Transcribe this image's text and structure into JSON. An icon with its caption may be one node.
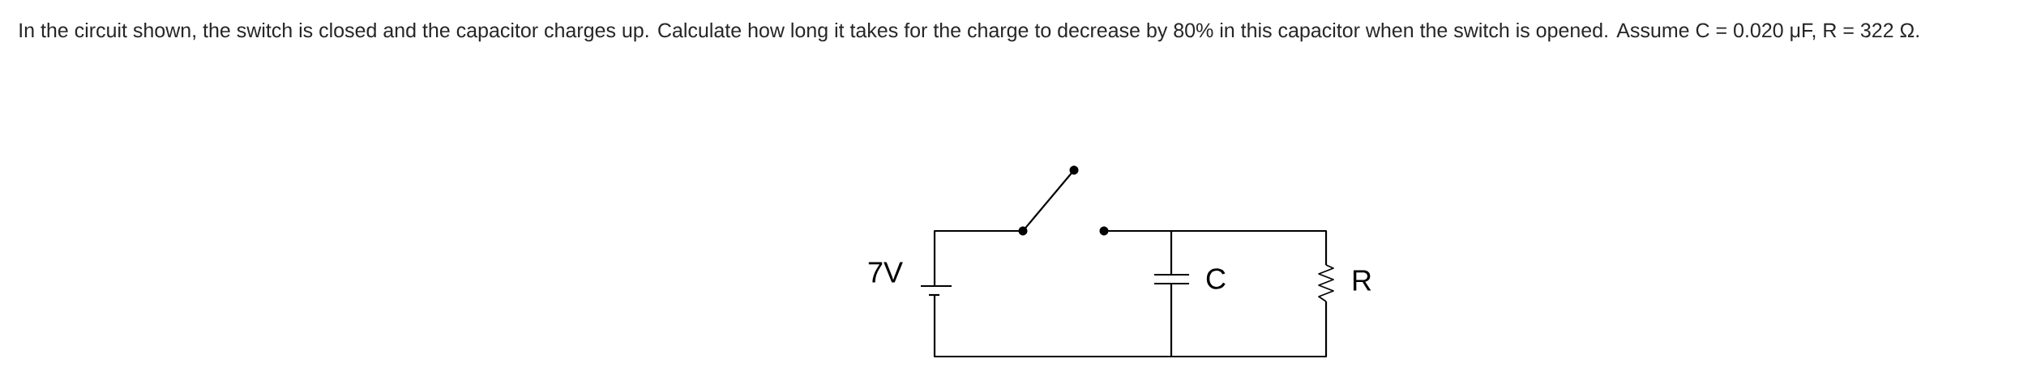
{
  "diagram": {
    "title": "In the circuit shown, the switch is closed and the capacitor charges up. Calculate how long it takes for the charge to decrease by 80% in this capacitor when the switch is opened. Assume C = 0.020 μF, R = 322 Ω.",
    "labels": [
      "7V",
      "C",
      "R"
    ]
  }
}
